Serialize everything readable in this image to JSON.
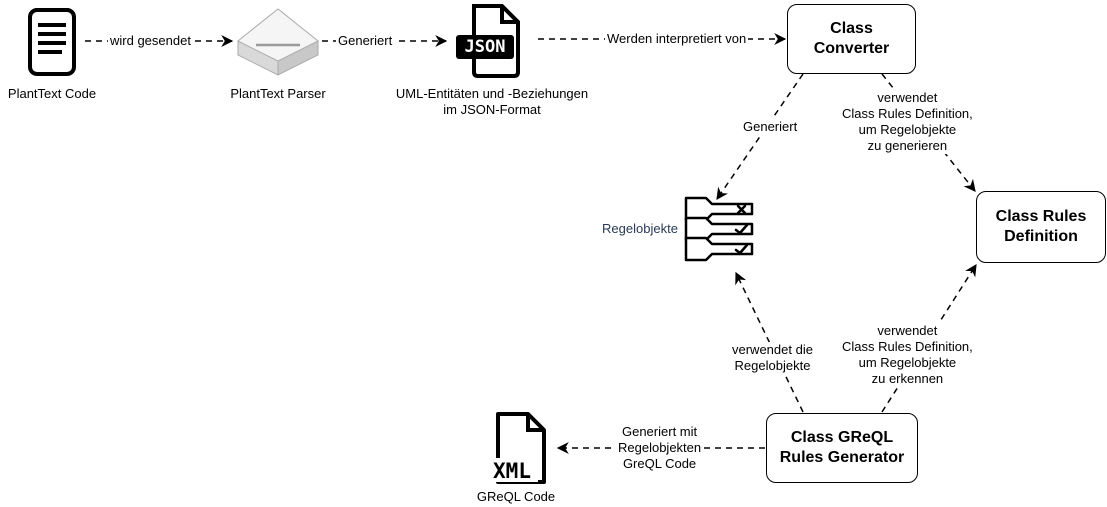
{
  "nodes": {
    "plantext_code": "PlantText Code",
    "plantext_parser": "PlantText Parser",
    "json_output": "UML-Entitäten und -Beziehungen\nim JSON-Format",
    "json_icon_text": "JSON",
    "class_converter": "Class\nConverter",
    "class_rules_definition": "Class Rules\nDefinition",
    "regelobjekte": "Regelobjekte",
    "class_greql_generator": "Class GReQL\nRules Generator",
    "greql_code": "GReQL Code",
    "xml_icon_text": "XML"
  },
  "edges": {
    "wird_gesendet": "wird gesendet",
    "generiert_1": "Generiert",
    "werden_interpretiert": "Werden interpretiert von",
    "generiert_2": "Generiert",
    "verwendet_rules_gen": "verwendet\nClass Rules Definition,\num Regelobjekte\nzu generieren",
    "verwendet_regelobjekte": "verwendet die\nRegelobjekte",
    "verwendet_rules_erk": "verwendet\nClass Rules Definition,\num Regelobjekte\nzu erkennen",
    "generiert_mit": "Generiert mit\nRegelobjekten\nGreQL Code"
  },
  "colors": {
    "stroke": "#000000",
    "regelobjekte_label": "#2a3a55"
  }
}
